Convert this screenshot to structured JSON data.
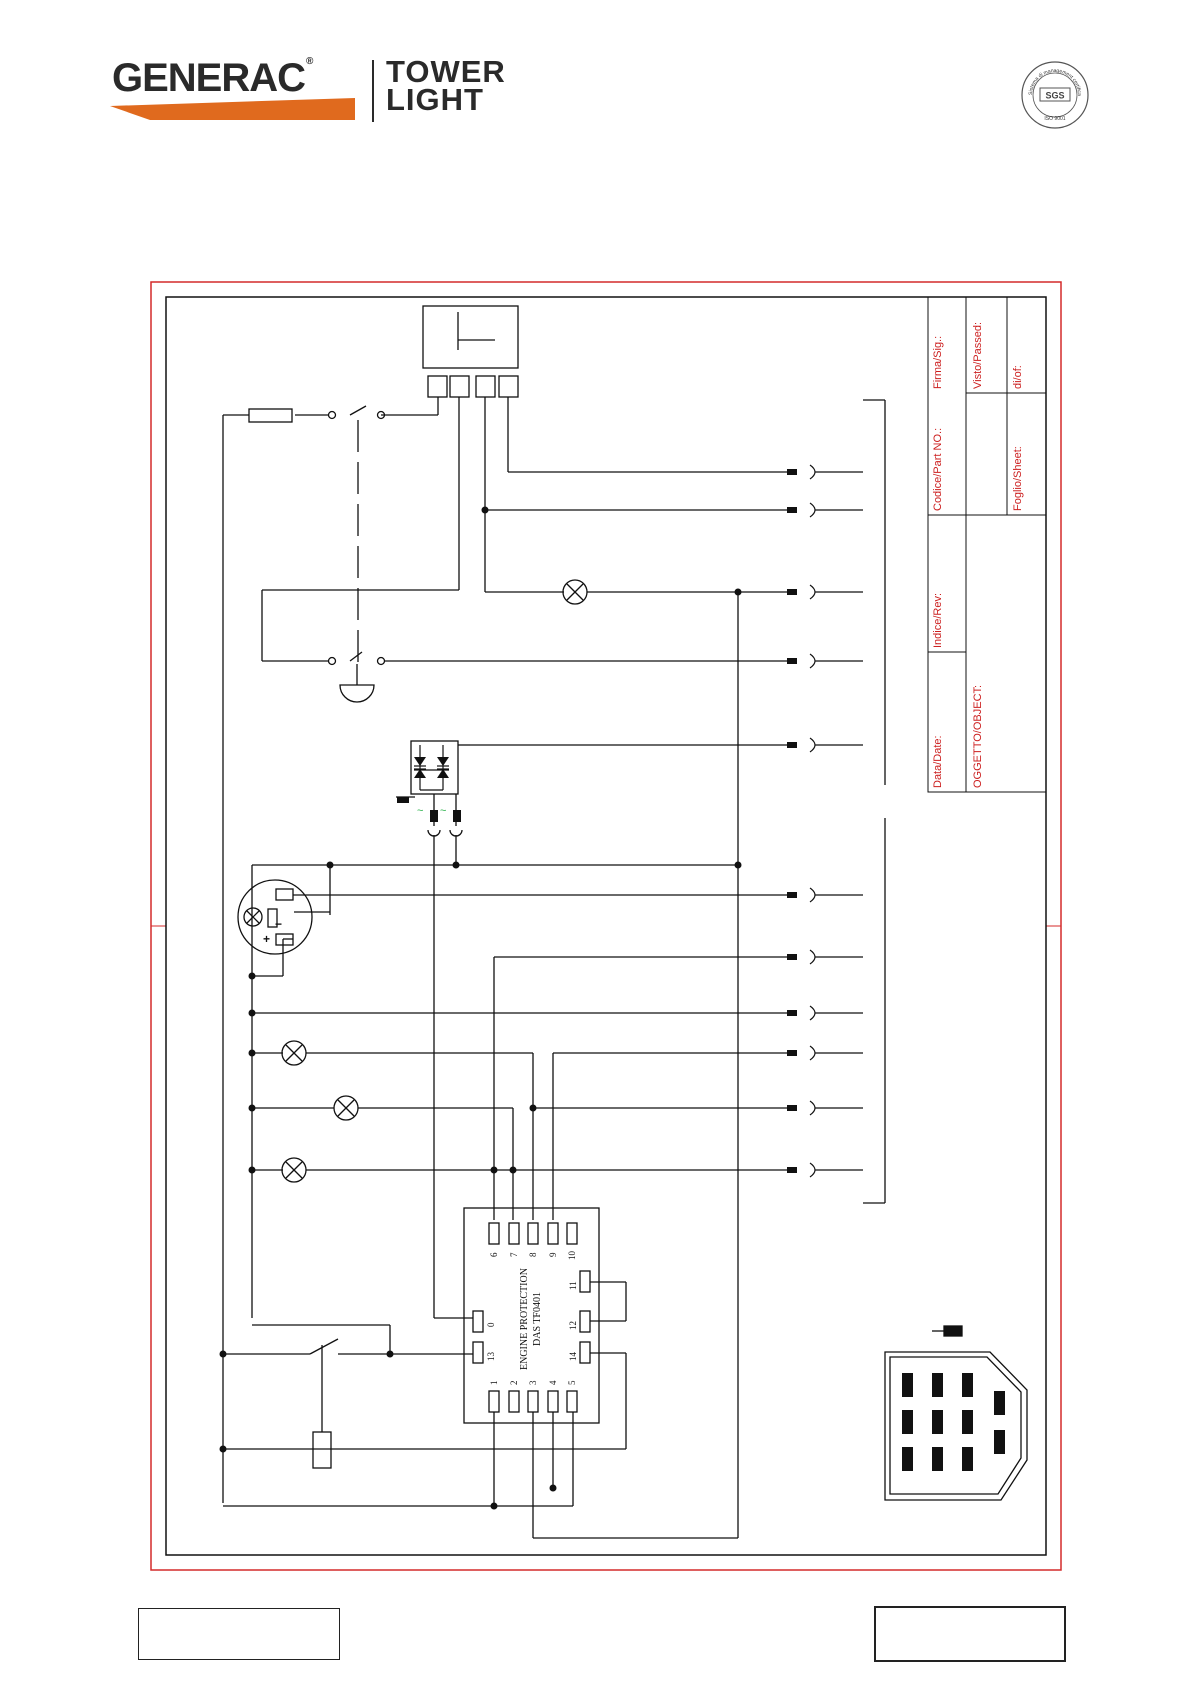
{
  "brand": {
    "name": "GENERAC",
    "registered": "®",
    "product_line1": "TOWER",
    "product_line2": "LIGHT",
    "accent_color": "#e06a1e",
    "text_color": "#2a2a2a"
  },
  "certification": {
    "ring_text": "Sistema di management certificato",
    "logo_text": "SGS",
    "standard": "ISO 9001"
  },
  "title_block": {
    "firma": "Firma/Sig.:",
    "visto": "Visto/Passed:",
    "di": "di/of:",
    "codice": "Codice/Part NO.:",
    "foglio": "Foglio/Sheet:",
    "indice": "Indice/Rev:",
    "data": "Data/Date:",
    "oggetto": "OGGETTO/OBJECT:",
    "text_color": "#cc1f1f"
  },
  "module": {
    "title_line1": "ENGINE PROTECTION",
    "title_line2": "DAS TF0401",
    "top_pins": [
      "6",
      "7",
      "8",
      "9",
      "10"
    ],
    "bottom_pins": [
      "1",
      "2",
      "3",
      "4",
      "5"
    ],
    "left_pins": [
      "0",
      "13"
    ],
    "right_pins": [
      "11",
      "12",
      "14"
    ]
  },
  "rectifier_marks": [
    "~",
    "~"
  ],
  "battery_marks": {
    "plus": "+",
    "minus": "−"
  },
  "colors": {
    "frame_outer": "#d42a2a",
    "wire": "#111111",
    "rectifier_mark": "#2bb24c"
  }
}
